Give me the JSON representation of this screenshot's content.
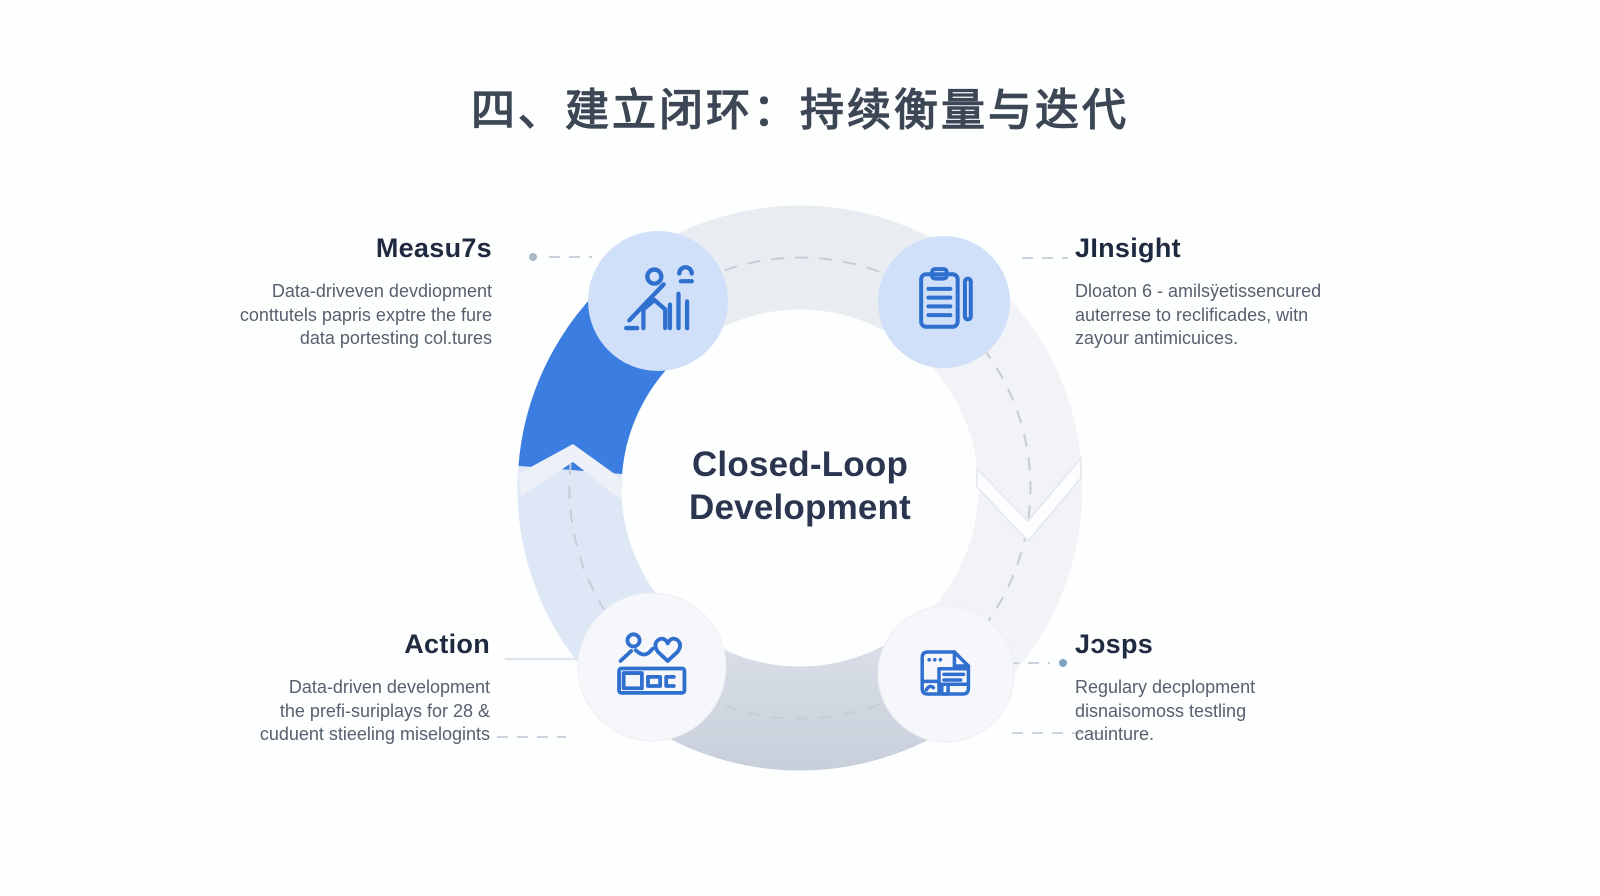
{
  "title": "四、建立闭环：持续衡量与迭代",
  "center": {
    "line1": "Closed-Loop",
    "line2": "Development"
  },
  "quadrants": {
    "measure": {
      "heading": "Measu7s",
      "body": "Data-driveven devdiopment\nconttutels papris exptre the fure\ndata portesting col.tures",
      "icon": "analytics-chart-icon"
    },
    "insight": {
      "heading": "JInsight",
      "body": "Dloaton 6 - amilsÿetissencured\nauterrese to reclificades, witn\nzayour antimicuices.",
      "icon": "clipboard-report-icon"
    },
    "action": {
      "heading": "Action",
      "body": "Data-driven development\nthe prefi-suriplays for 28 &\ncuduent stieeling miselogints",
      "icon": "team-care-icon"
    },
    "deploy": {
      "heading": "Jɔsps",
      "body": "Regulary decplopment\ndisnaisomoss testling\ncauinture.",
      "icon": "webpage-report-icon"
    }
  },
  "colors": {
    "accent_blue": "#3b7de0",
    "icon_stroke": "#2f6fce",
    "badge_light_blue": "#cfe0f8",
    "badge_white": "#f5f7fa",
    "ring_top": "#e9edf2",
    "ring_right": "#f1f3f6",
    "ring_bottom_dark": "#c7cfda",
    "ring_lower_left": "#dde7f5",
    "dash_line": "#c7cdd6",
    "title_color": "#3d4655",
    "heading_color": "#1f2a40",
    "body_color": "#57606e"
  }
}
